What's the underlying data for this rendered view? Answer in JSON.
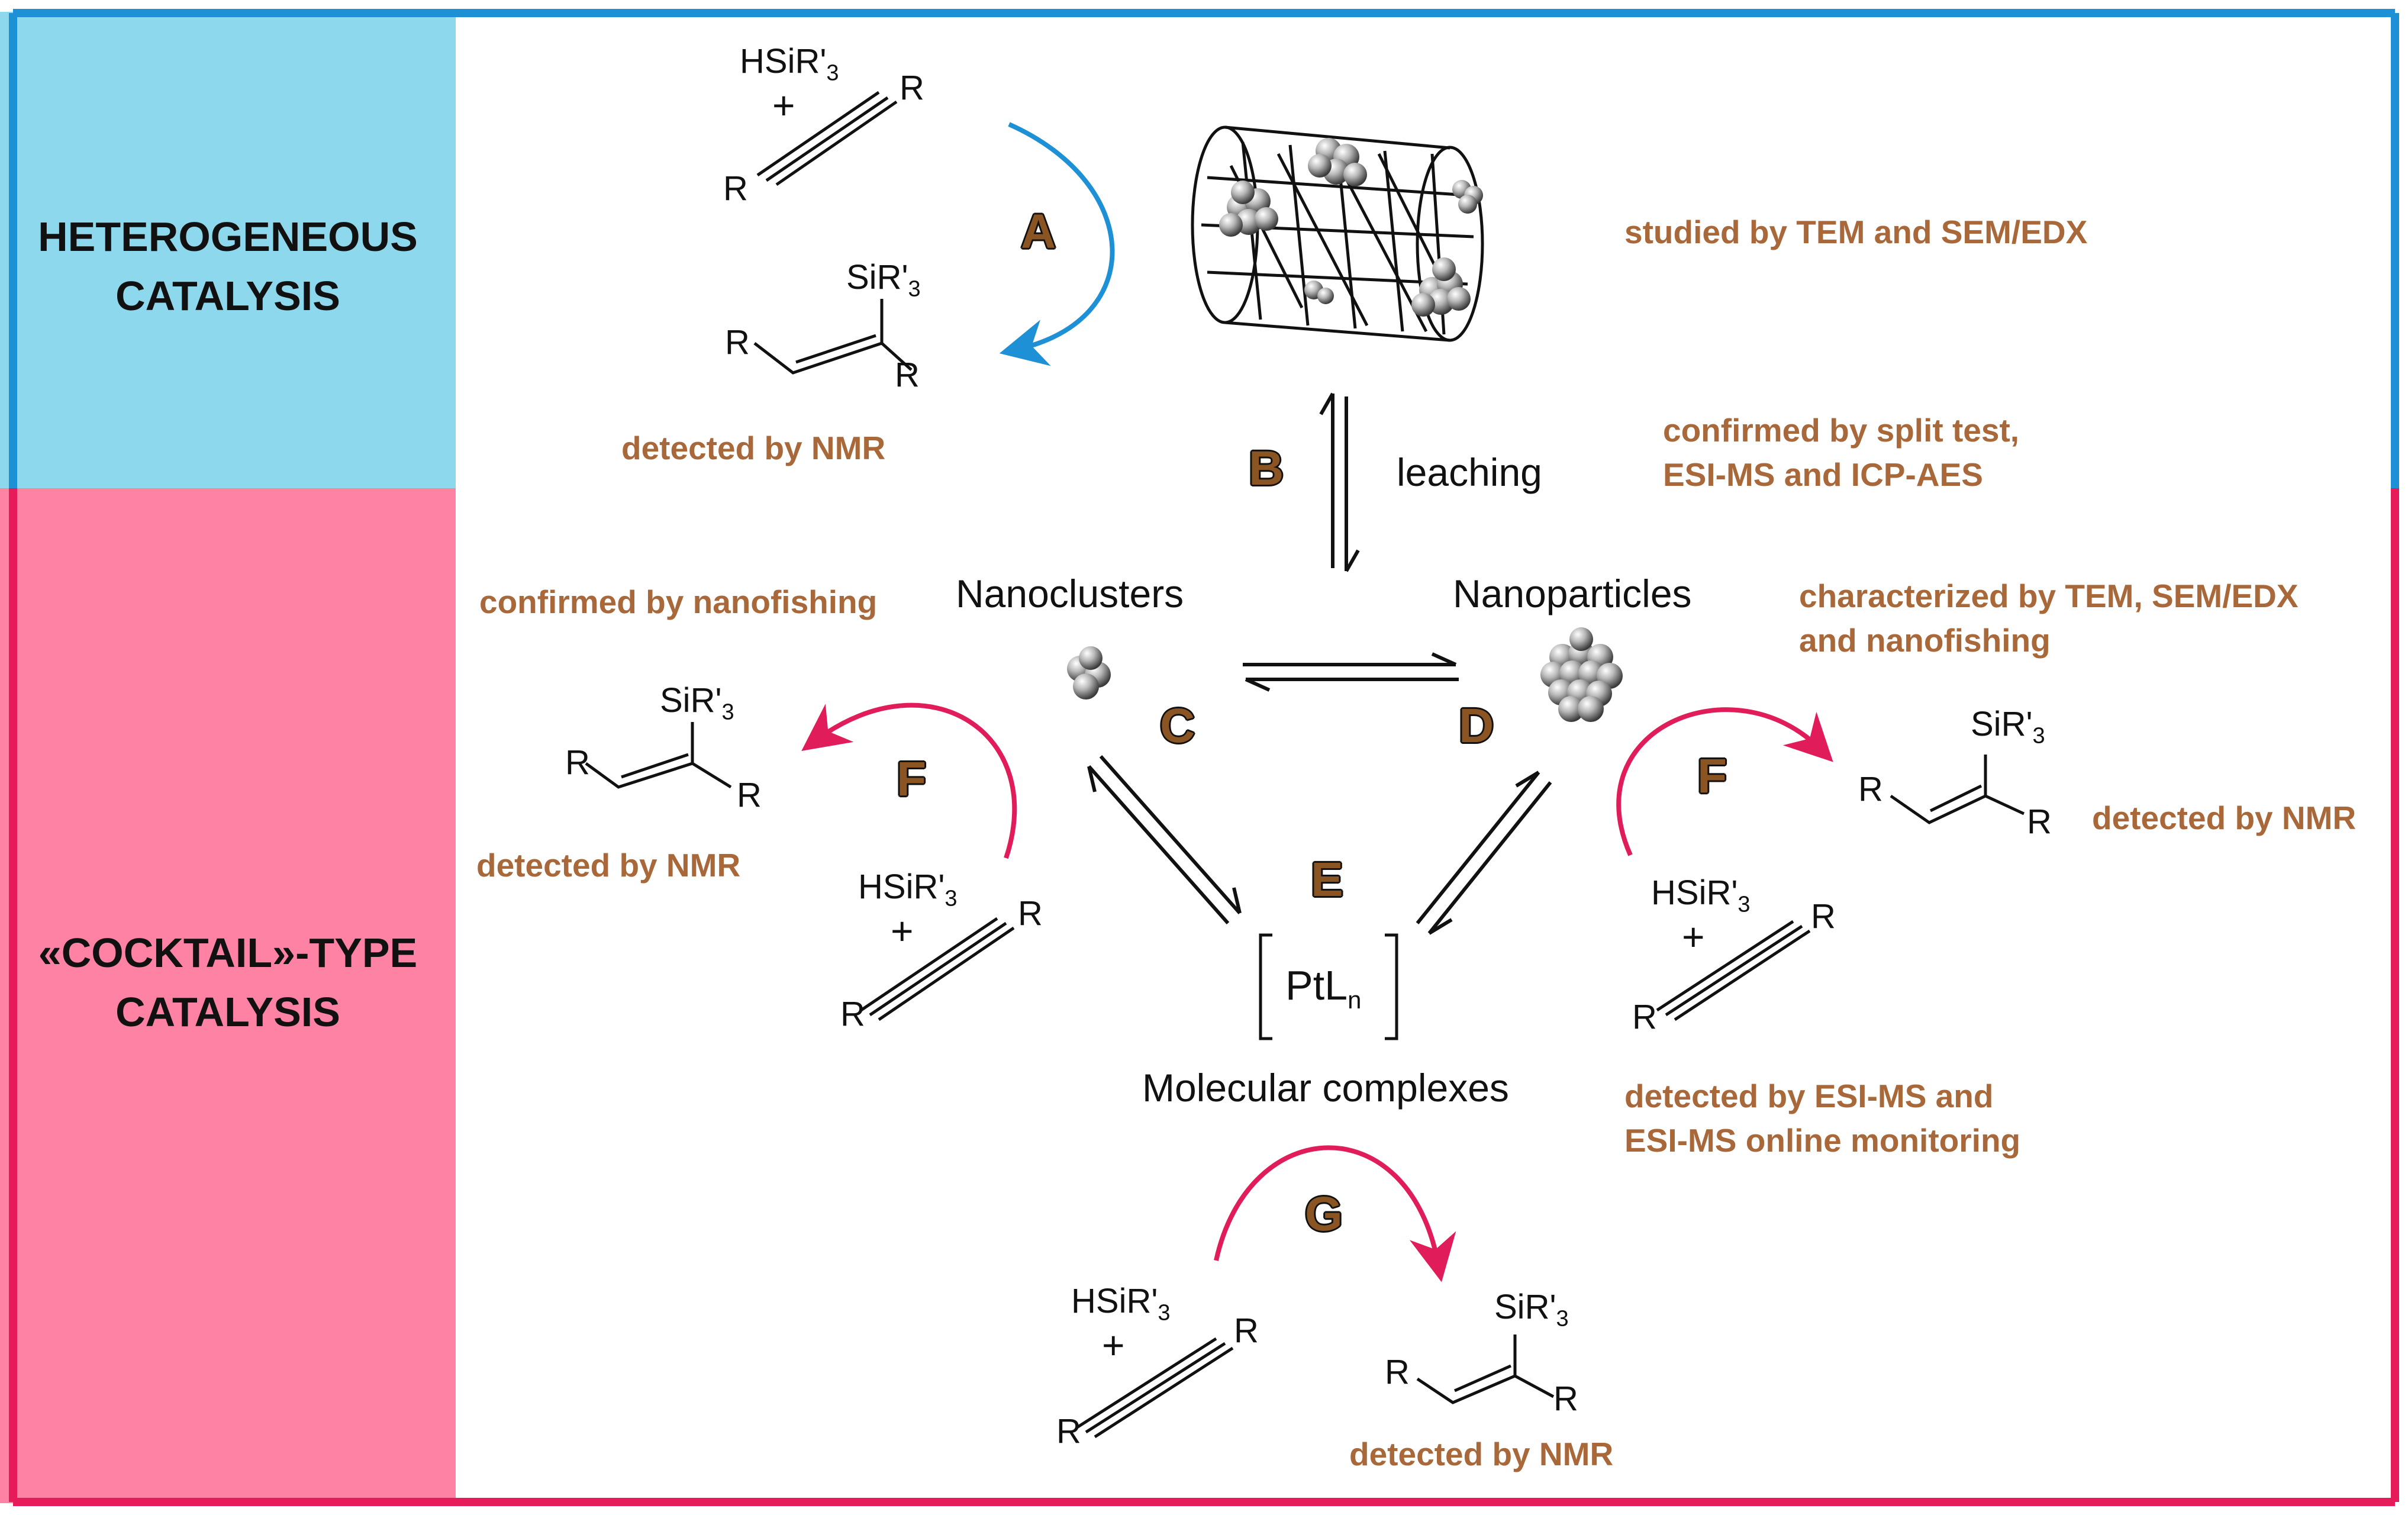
{
  "panels": {
    "heterogeneous": {
      "label_line1": "HETEROGENEOUS",
      "label_line2": "CATALYSIS",
      "color": "#8ed8ee"
    },
    "cocktail": {
      "label_line1": "«COCKTAIL»-TYPE",
      "label_line2": "CATALYSIS",
      "color": "#fe82a3"
    }
  },
  "frame": {
    "top_color": "#1e90d6",
    "bottom_color": "#e61c5a"
  },
  "step_letters": {
    "A": "A",
    "B": "B",
    "C": "C",
    "D": "D",
    "E": "E",
    "F_left": "F",
    "F_right": "F",
    "G": "G"
  },
  "species": {
    "nanoclusters": "Nanoclusters",
    "nanoparticles": "Nanoparticles",
    "molecular_complexes": "Molecular complexes",
    "complex_formula": {
      "main": "PtL",
      "subscript": "n"
    },
    "leaching": "leaching"
  },
  "chemistry": {
    "silane": "HSiR'",
    "silane_subscript": "3",
    "silyl": "SiR'",
    "silyl_subscript": "3",
    "plus": "+",
    "r": "R"
  },
  "notes": {
    "studied_tem": "studied by TEM and SEM/EDX",
    "detected_nmr_top": "detected by NMR",
    "confirmed_split_1": "confirmed by split test,",
    "confirmed_split_2": "ESI-MS and ICP-AES",
    "confirmed_nanofishing": "confirmed by nanofishing",
    "characterized_1": "characterized by TEM, SEM/EDX",
    "characterized_2": "and nanofishing",
    "detected_nmr_left": "detected by NMR",
    "detected_nmr_right": "detected by NMR",
    "detected_esi_1": "detected by ESI-MS and",
    "detected_esi_2": "ESI-MS online monitoring",
    "detected_nmr_bottom": "detected by NMR"
  },
  "colors": {
    "note": "#a8683a",
    "arrow_blue": "#1e90d6",
    "arrow_pink": "#e01c5a",
    "letter": "#8a5522"
  }
}
